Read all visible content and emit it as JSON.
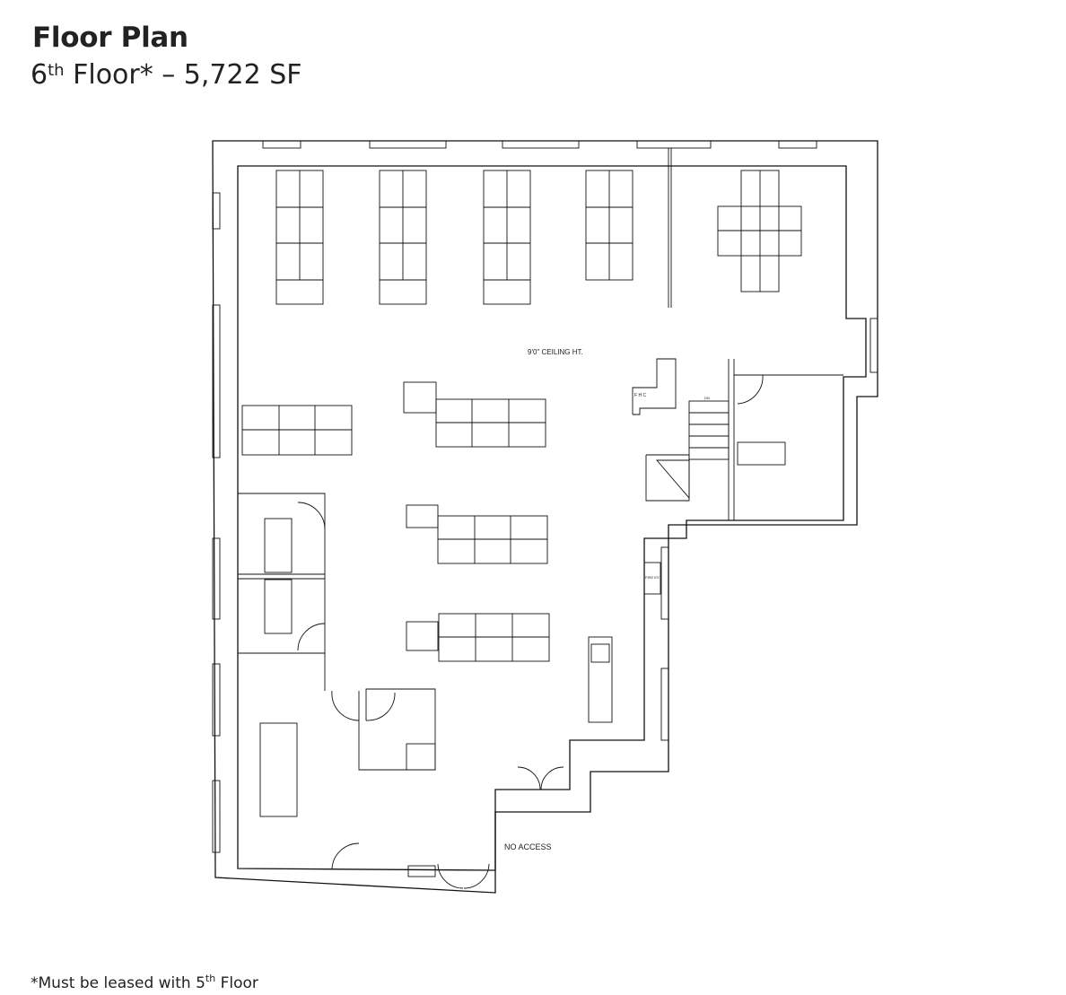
{
  "header": {
    "title": "Floor Plan",
    "floor_prefix": "6",
    "floor_ordinal": "th",
    "floor_suffix": " Floor* – 5,722 SF"
  },
  "plan_labels": {
    "ceiling": "9'0\" CEILING HT.",
    "fhc": "F H C",
    "stair": "DN",
    "fire_ext": "FIRE EXT",
    "no_access": "NO ACCESS"
  },
  "footnote": {
    "prefix": "*Must be leased with 5",
    "ordinal": "th",
    "suffix": " Floor"
  }
}
